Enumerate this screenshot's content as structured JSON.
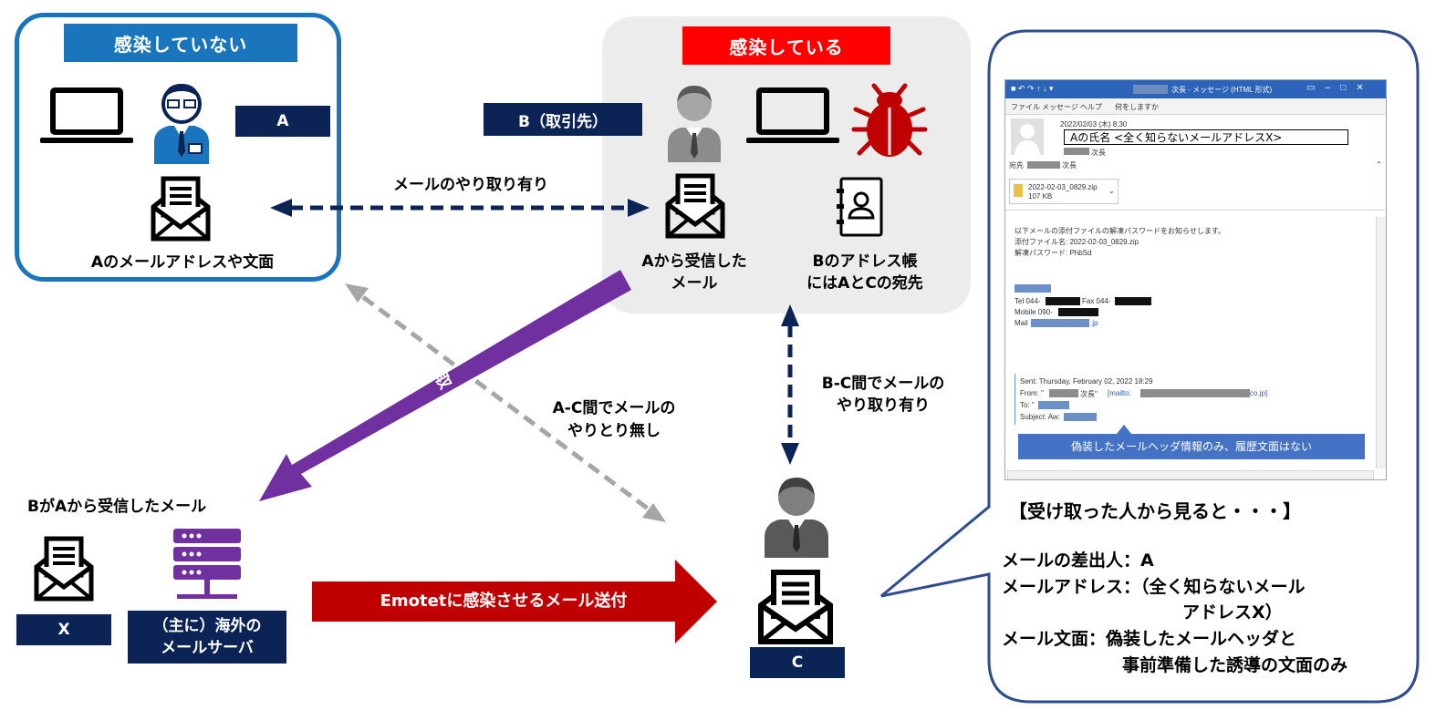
{
  "left_box": {
    "title": "感染していない",
    "label_a": "A",
    "caption": "Aのメールアドレスや文面"
  },
  "center_box": {
    "title": "感染している",
    "mail_caption_1": "Aから受信した",
    "mail_caption_2": "メール",
    "book_caption_1": "Bのアドレス帳",
    "book_caption_2": "にはAとCの宛先"
  },
  "label_b": "B（取引先）",
  "arrows": {
    "ab": "メールのやり取り有り",
    "steal": "窃取",
    "ac_1": "A-C間でメールの",
    "ac_2": "やりとり無し",
    "bc_1": "B-C間でメールの",
    "bc_2": "やり取り有り",
    "send": "Emotetに感染させるメール送付"
  },
  "bottom_left": {
    "caption": "BがAから受信したメール",
    "label_x": "X",
    "server_1": "（主に）海外の",
    "server_2": "メールサーバ"
  },
  "label_c": "C",
  "email": {
    "title_tail": "次長 - メッセージ (HTML 形式)",
    "menu": [
      "ファイル",
      "メッセージ",
      "ヘルプ",
      "何をしますか"
    ],
    "date": "2022/02/03 (木) 8:30",
    "sender": "Aの氏名 <全く知らないメールアドレスX>",
    "sender_sub": "次長",
    "to_label": "宛先",
    "to_value": "次長",
    "attachment_name": "2022-02-03_0829.zip",
    "attachment_size": "107 KB",
    "body_1": "以下メールの添付ファイルの解凍パスワードをお知らせします。",
    "body_2": "添付ファイル名: 2022-02-03_0829.zip",
    "body_3": "解凍パスワード: PhbSd",
    "tel": "Tel 044-",
    "fax": "Fax 044-",
    "mobile": "Mobile 090-",
    "mail": "Mail",
    "mail_tail": ".jp",
    "sent": "Sent: Thursday, February 02, 2022 18:29",
    "from": "From: \"",
    "from_mid": "次長\"",
    "from_link_a": "[mailto:",
    "from_link_b": "co.jp]",
    "to_line": "To: \"",
    "subject": "Subject: Aw:",
    "callout": "偽装したメールヘッダ情報のみ、履歴文面はない"
  },
  "summary": {
    "heading": "【受け取った人から見ると・・・】",
    "line1": "メールの差出人：A",
    "line2": "メールアドレス：（全く知らないメール",
    "line3": "アドレスX）",
    "line4": "メール文面：偽装したメールヘッダと",
    "line5": "事前準備した誘導の文面のみ"
  },
  "colors": {
    "blue": "#1b75bc",
    "navy": "#0c2356",
    "red": "#ff0000",
    "bug": "#c00000",
    "purple": "#7030a0",
    "dark_red": "#c00000",
    "gray_arrow": "#a6a6a6"
  }
}
